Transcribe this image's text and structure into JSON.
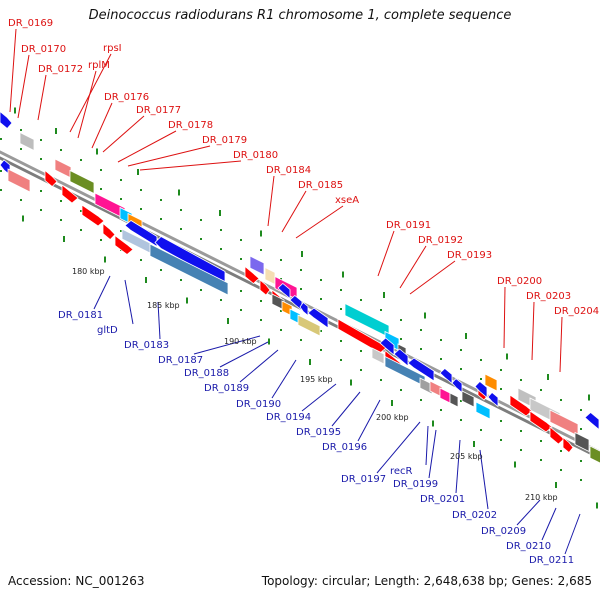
{
  "title": "Deinococcus radiodurans R1 chromosome 1, complete sequence",
  "footer": {
    "accession_label": "Accession:",
    "accession": "NC_001263",
    "topology_label": "Topology:",
    "topology": "circular;",
    "length_label": "Length:",
    "length": "2,648,638 bp;",
    "genes_label": "Genes:",
    "genes": "2,685"
  },
  "colors": {
    "top_strand_label": "#dd1111",
    "bottom_strand_label": "#1a1aaa",
    "backbone": "#9a9a9a",
    "tick": "#1e8a1e"
  },
  "top_gene_labels": [
    "DR_0169",
    "DR_0170",
    "DR_0172",
    "rpsI",
    "rplM",
    "DR_0176",
    "DR_0177",
    "DR_0178",
    "DR_0179",
    "DR_0180",
    "DR_0184",
    "DR_0185",
    "xseA",
    "DR_0191",
    "DR_0192",
    "DR_0193",
    "DR_0200",
    "DR_0203",
    "DR_0204"
  ],
  "bottom_gene_labels": [
    "DR_0181",
    "gltD",
    "DR_0183",
    "DR_0187",
    "DR_0188",
    "DR_0189",
    "DR_0190",
    "DR_0194",
    "DR_0195",
    "DR_0196",
    "DR_0197",
    "recR",
    "DR_0199",
    "DR_0201",
    "DR_0202",
    "DR_0209",
    "DR_0210",
    "DR_0211"
  ],
  "position_labels": [
    "180 kbp",
    "185 kbp",
    "190 kbp",
    "195 kbp",
    "200 kbp",
    "205 kbp",
    "210 kbp"
  ]
}
